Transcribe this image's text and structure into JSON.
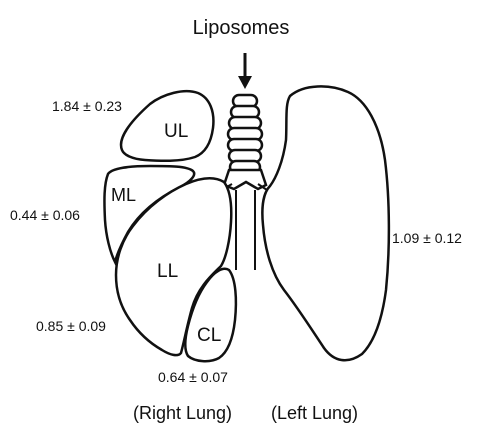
{
  "diagram": {
    "title": "Liposomes",
    "lobes": {
      "upper": "UL",
      "middle": "ML",
      "lower": "LL",
      "caudal": "CL"
    },
    "values": {
      "upper": "1.84 ± 0.23",
      "middle": "0.44 ± 0.06",
      "lower": "0.85 ± 0.09",
      "caudal": "0.64 ± 0.07",
      "left_lung": "1.09 ± 0.12"
    },
    "captions": {
      "right_lung": "(Right Lung)",
      "left_lung": "(Left Lung)"
    },
    "colors": {
      "outline": "#111111",
      "fill": "#ffffff"
    },
    "icons": {
      "arrow": "arrow-down-icon"
    }
  }
}
